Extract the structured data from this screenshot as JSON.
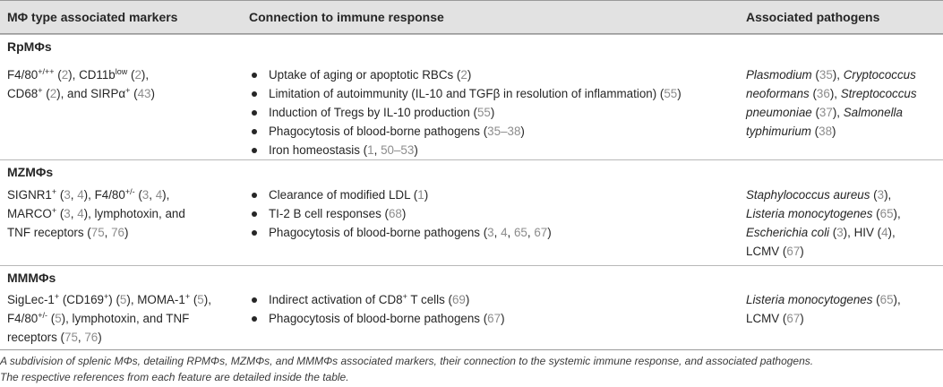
{
  "headers": {
    "markers": "MΦ type associated markers",
    "immune": "Connection to immune response",
    "pathogens": "Associated pathogens"
  },
  "sections": [
    {
      "title": "RpMΦs",
      "markers": [
        {
          "t": "F4/80"
        },
        {
          "t": "+/++",
          "s": 1
        },
        {
          "t": " ("
        },
        {
          "t": "2",
          "r": 1
        },
        {
          "t": "), CD11b"
        },
        {
          "t": "low",
          "s": 1
        },
        {
          "t": " ("
        },
        {
          "t": "2",
          "r": 1
        },
        {
          "t": "),"
        },
        {
          "br": 1
        },
        {
          "t": "CD68"
        },
        {
          "t": "+",
          "s": 1
        },
        {
          "t": " ("
        },
        {
          "t": "2",
          "r": 1
        },
        {
          "t": "), and SIRPα"
        },
        {
          "t": "+",
          "s": 1
        },
        {
          "t": " ("
        },
        {
          "t": "43",
          "r": 1
        },
        {
          "t": ")"
        }
      ],
      "functions": [
        [
          {
            "t": "Uptake of aging or apoptotic RBCs ("
          },
          {
            "t": "2",
            "r": 1
          },
          {
            "t": ")"
          }
        ],
        [
          {
            "t": "Limitation of autoimmunity (IL-10 and TGFβ in resolution of inflammation) ("
          },
          {
            "t": "55",
            "r": 1
          },
          {
            "t": ")"
          }
        ],
        [
          {
            "t": "Induction of Tregs by IL-10 production ("
          },
          {
            "t": "55",
            "r": 1
          },
          {
            "t": ")"
          }
        ],
        [
          {
            "t": "Phagocytosis of blood-borne pathogens ("
          },
          {
            "t": "35–38",
            "r": 1
          },
          {
            "t": ")"
          }
        ],
        [
          {
            "t": "Iron homeostasis ("
          },
          {
            "t": "1",
            "r": 1
          },
          {
            "t": ", "
          },
          {
            "t": "50–53",
            "r": 1
          },
          {
            "t": ")"
          }
        ]
      ],
      "pathogens": [
        {
          "t": "Plasmodium",
          "i": 1
        },
        {
          "t": " ("
        },
        {
          "t": "35",
          "r": 1
        },
        {
          "t": "), "
        },
        {
          "t": "Cryptococcus",
          "i": 1
        },
        {
          "br": 1
        },
        {
          "t": "neoformans",
          "i": 1
        },
        {
          "t": " ("
        },
        {
          "t": "36",
          "r": 1
        },
        {
          "t": "), "
        },
        {
          "t": "Streptococcus",
          "i": 1
        },
        {
          "br": 1
        },
        {
          "t": "pneumoniae",
          "i": 1
        },
        {
          "t": " ("
        },
        {
          "t": "37",
          "r": 1
        },
        {
          "t": "), "
        },
        {
          "t": "Salmonella",
          "i": 1
        },
        {
          "br": 1
        },
        {
          "t": "typhimurium",
          "i": 1
        },
        {
          "t": " ("
        },
        {
          "t": "38",
          "r": 1
        },
        {
          "t": ")"
        }
      ]
    },
    {
      "title": "MZMΦs",
      "markers": [
        {
          "t": "SIGNR1"
        },
        {
          "t": "+",
          "s": 1
        },
        {
          "t": " ("
        },
        {
          "t": "3",
          "r": 1
        },
        {
          "t": ", "
        },
        {
          "t": "4",
          "r": 1
        },
        {
          "t": "), F4/80"
        },
        {
          "t": "+/-",
          "s": 1
        },
        {
          "t": " ("
        },
        {
          "t": "3",
          "r": 1
        },
        {
          "t": ", "
        },
        {
          "t": "4",
          "r": 1
        },
        {
          "t": "),"
        },
        {
          "br": 1
        },
        {
          "t": "MARCO"
        },
        {
          "t": "+",
          "s": 1
        },
        {
          "t": " ("
        },
        {
          "t": "3",
          "r": 1
        },
        {
          "t": ", "
        },
        {
          "t": "4",
          "r": 1
        },
        {
          "t": "), lymphotoxin, and"
        },
        {
          "br": 1
        },
        {
          "t": "TNF receptors ("
        },
        {
          "t": "75",
          "r": 1
        },
        {
          "t": ", "
        },
        {
          "t": "76",
          "r": 1
        },
        {
          "t": ")"
        }
      ],
      "functions": [
        [
          {
            "t": "Clearance of modified LDL ("
          },
          {
            "t": "1",
            "r": 1
          },
          {
            "t": ")"
          }
        ],
        [
          {
            "t": "TI-2 B cell responses ("
          },
          {
            "t": "68",
            "r": 1
          },
          {
            "t": ")"
          }
        ],
        [
          {
            "t": "Phagocytosis of blood-borne pathogens ("
          },
          {
            "t": "3",
            "r": 1
          },
          {
            "t": ", "
          },
          {
            "t": "4",
            "r": 1
          },
          {
            "t": ", "
          },
          {
            "t": "65",
            "r": 1
          },
          {
            "t": ", "
          },
          {
            "t": "67",
            "r": 1
          },
          {
            "t": ")"
          }
        ]
      ],
      "pathogens": [
        {
          "t": "Staphylococcus aureus",
          "i": 1
        },
        {
          "t": " ("
        },
        {
          "t": "3",
          "r": 1
        },
        {
          "t": "),"
        },
        {
          "br": 1
        },
        {
          "t": "Listeria monocytogenes",
          "i": 1
        },
        {
          "t": " ("
        },
        {
          "t": "65",
          "r": 1
        },
        {
          "t": "),"
        },
        {
          "br": 1
        },
        {
          "t": "Escherichia coli",
          "i": 1
        },
        {
          "t": " ("
        },
        {
          "t": "3",
          "r": 1
        },
        {
          "t": "), HIV ("
        },
        {
          "t": "4",
          "r": 1
        },
        {
          "t": "),"
        },
        {
          "br": 1
        },
        {
          "t": "LCMV ("
        },
        {
          "t": "67",
          "r": 1
        },
        {
          "t": ")"
        }
      ]
    },
    {
      "title": "MMMΦs",
      "markers": [
        {
          "t": "SigLec-1"
        },
        {
          "t": "+",
          "s": 1
        },
        {
          "t": " (CD169"
        },
        {
          "t": "+",
          "s": 1
        },
        {
          "t": ") ("
        },
        {
          "t": "5",
          "r": 1
        },
        {
          "t": "), MOMA-1"
        },
        {
          "t": "+",
          "s": 1
        },
        {
          "t": " ("
        },
        {
          "t": "5",
          "r": 1
        },
        {
          "t": "),"
        },
        {
          "br": 1
        },
        {
          "t": "F4/80"
        },
        {
          "t": "+/-",
          "s": 1
        },
        {
          "t": " ("
        },
        {
          "t": "5",
          "r": 1
        },
        {
          "t": "), lymphotoxin, and TNF"
        },
        {
          "br": 1
        },
        {
          "t": "receptors ("
        },
        {
          "t": "75",
          "r": 1
        },
        {
          "t": ", "
        },
        {
          "t": "76",
          "r": 1
        },
        {
          "t": ")"
        }
      ],
      "functions": [
        [
          {
            "t": "Indirect activation of CD8"
          },
          {
            "t": "+",
            "s": 1
          },
          {
            "t": " T cells ("
          },
          {
            "t": "69",
            "r": 1
          },
          {
            "t": ")"
          }
        ],
        [
          {
            "t": "Phagocytosis of blood-borne pathogens ("
          },
          {
            "t": "67",
            "r": 1
          },
          {
            "t": ")"
          }
        ]
      ],
      "pathogens": [
        {
          "t": "Listeria monocytogenes",
          "i": 1
        },
        {
          "t": " ("
        },
        {
          "t": "65",
          "r": 1
        },
        {
          "t": "),"
        },
        {
          "br": 1
        },
        {
          "t": "LCMV ("
        },
        {
          "t": "67",
          "r": 1
        },
        {
          "t": ")"
        }
      ]
    }
  ],
  "caption": {
    "line1": "A subdivision of splenic MΦs, detailing RPMΦs, MZMΦs, and MMMΦs associated markers, their connection to the systemic immune response, and associated pathogens.",
    "line2": "The respective references from each feature are detailed inside the table."
  },
  "colors": {
    "header_bg": "#e2e2e2",
    "reference": "#8c8c8c",
    "text": "#262626"
  }
}
